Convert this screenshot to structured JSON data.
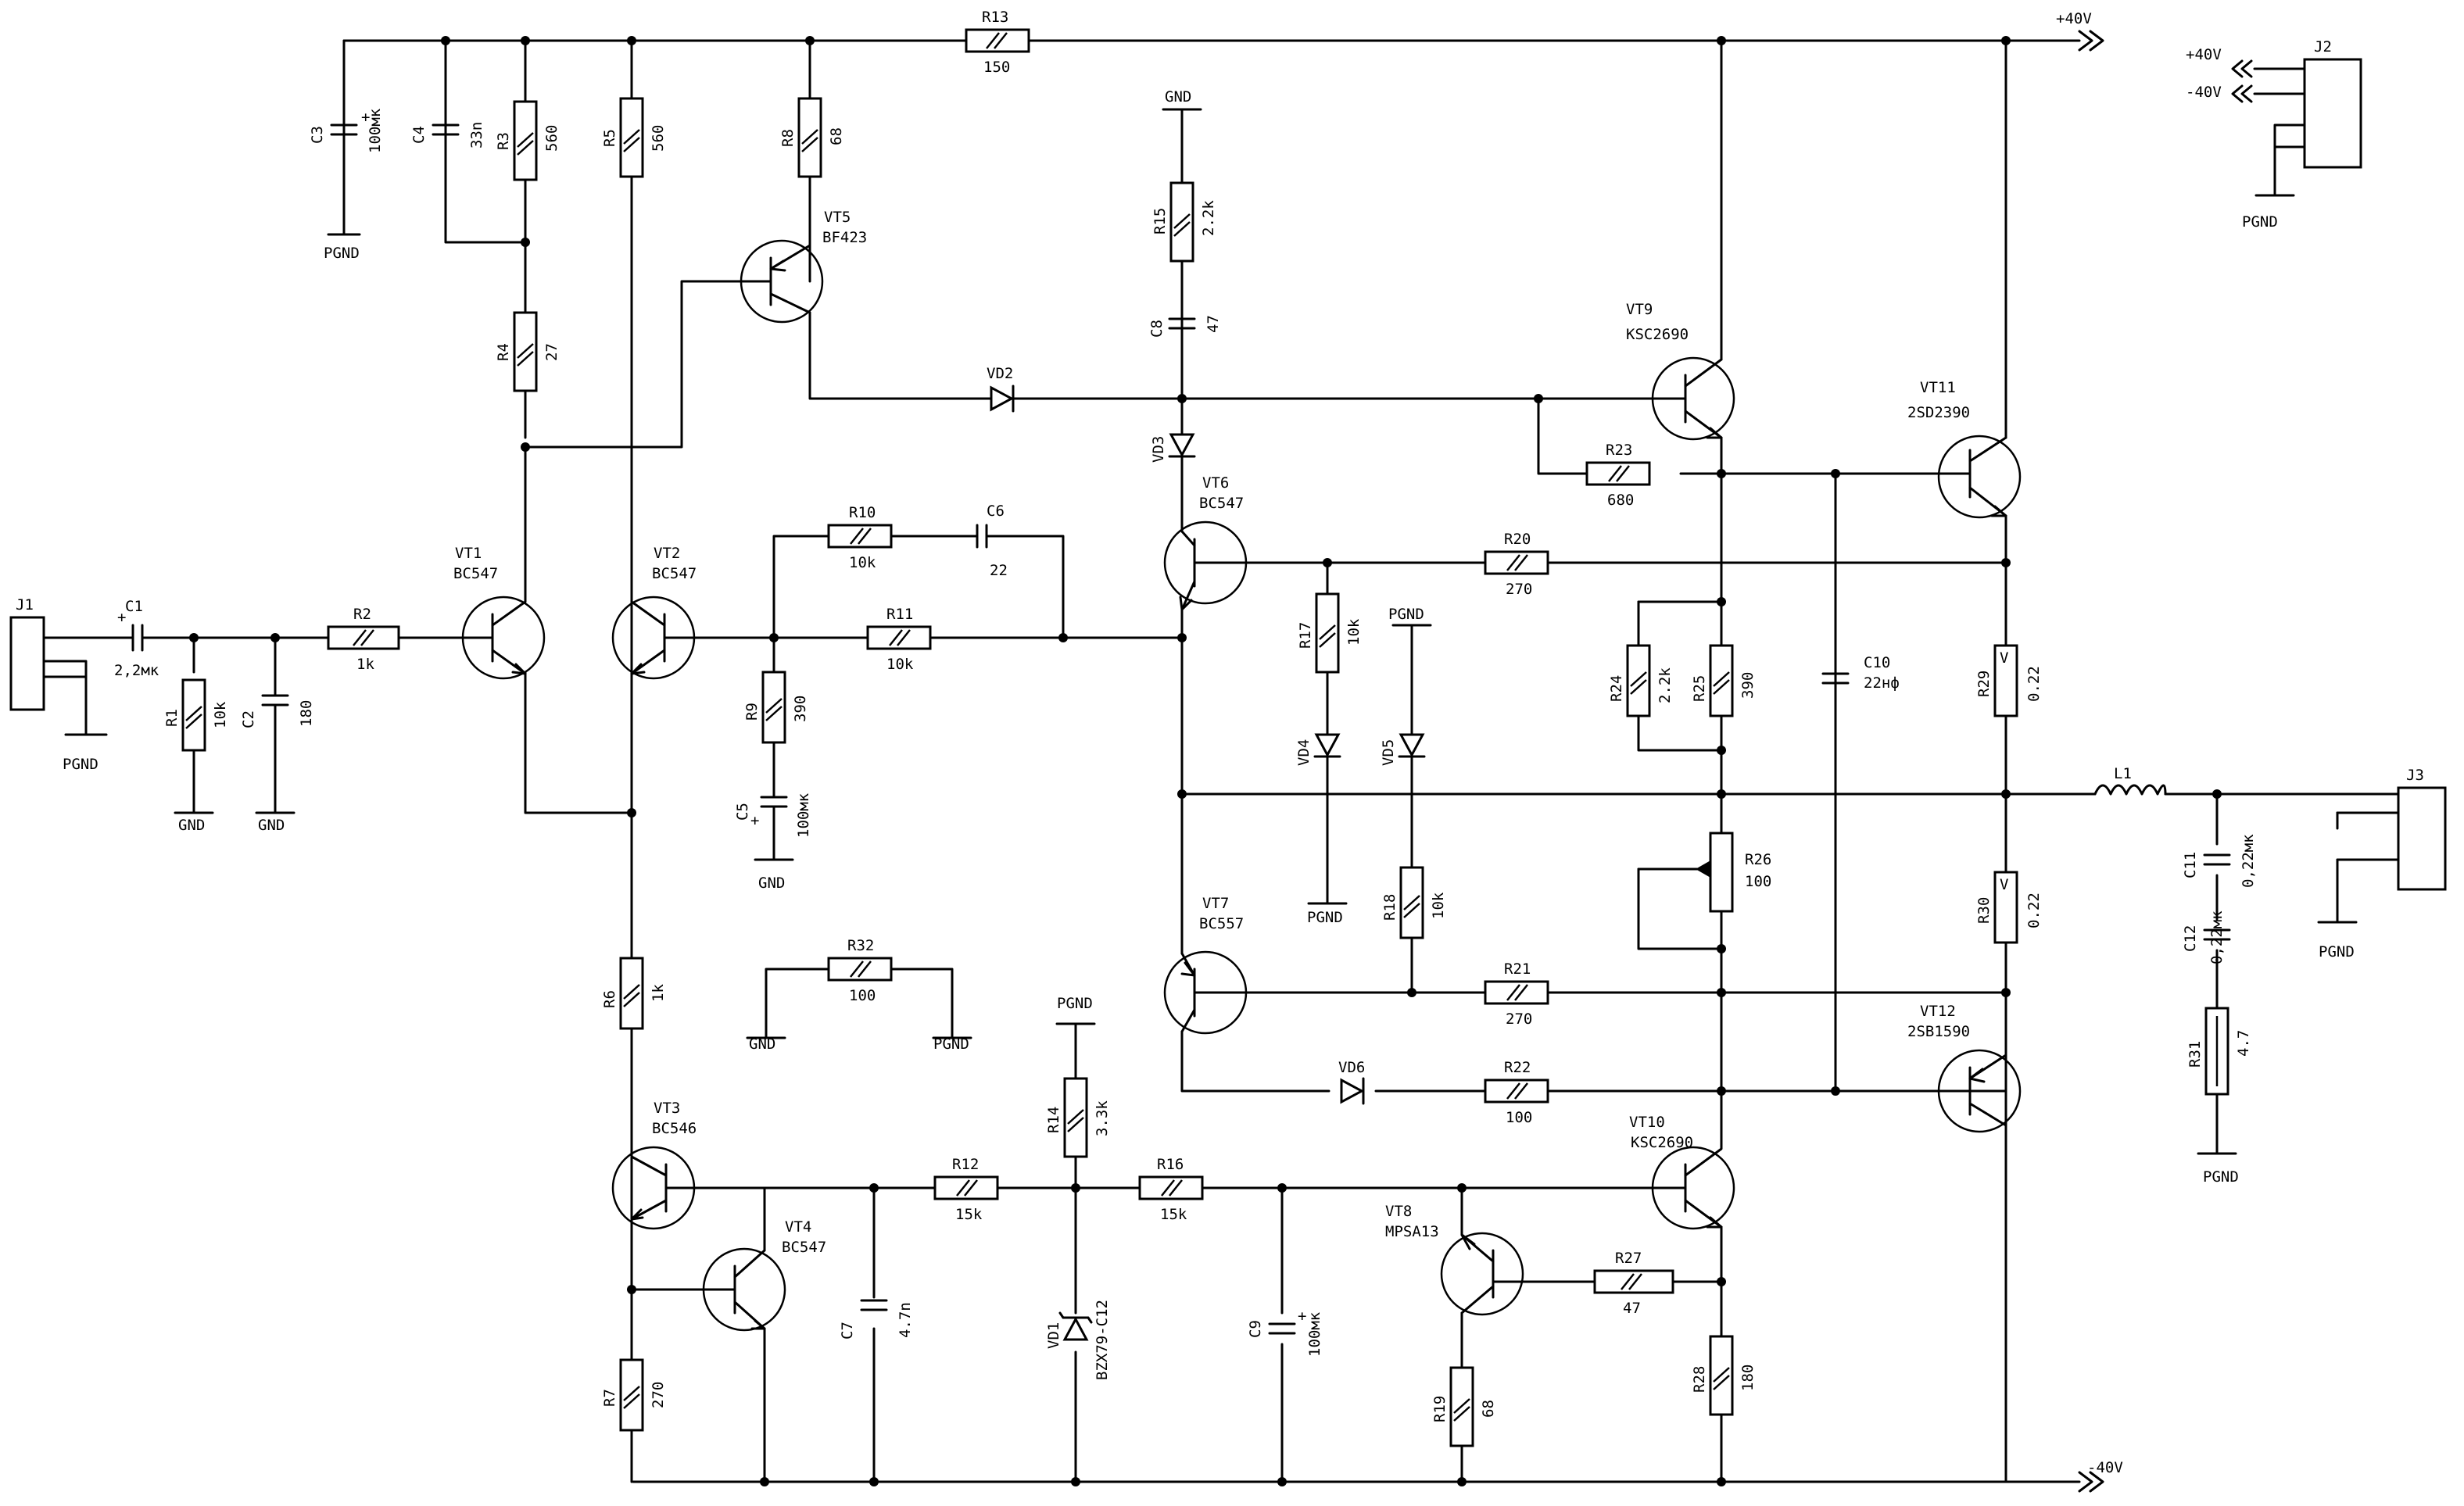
{
  "rails": {
    "pos": "+40V",
    "neg": "-40V"
  },
  "grounds": {
    "gnd": "GND",
    "pgnd": "PGND"
  },
  "connectors": {
    "j1": "J1",
    "j2": "J2",
    "j3": "J3",
    "j2_pos": "+40V",
    "j2_neg": "-40V"
  },
  "transistors": [
    {
      "ref": "VT1",
      "type": "BC547"
    },
    {
      "ref": "VT2",
      "type": "BC547"
    },
    {
      "ref": "VT3",
      "type": "BC546"
    },
    {
      "ref": "VT4",
      "type": "BC547"
    },
    {
      "ref": "VT5",
      "type": "BF423"
    },
    {
      "ref": "VT6",
      "type": "BC547"
    },
    {
      "ref": "VT7",
      "type": "BC557"
    },
    {
      "ref": "VT8",
      "type": "MPSA13"
    },
    {
      "ref": "VT9",
      "type": "KSC2690"
    },
    {
      "ref": "VT10",
      "type": "KSC2690"
    },
    {
      "ref": "VT11",
      "type": "2SD2390"
    },
    {
      "ref": "VT12",
      "type": "2SB1590"
    }
  ],
  "resistors": [
    {
      "ref": "R1",
      "value": "10k"
    },
    {
      "ref": "R2",
      "value": "1k"
    },
    {
      "ref": "R3",
      "value": "560"
    },
    {
      "ref": "R4",
      "value": "27"
    },
    {
      "ref": "R5",
      "value": "560"
    },
    {
      "ref": "R6",
      "value": "1k"
    },
    {
      "ref": "R7",
      "value": "270"
    },
    {
      "ref": "R8",
      "value": "68"
    },
    {
      "ref": "R9",
      "value": "390"
    },
    {
      "ref": "R10",
      "value": "10k"
    },
    {
      "ref": "R11",
      "value": "10k"
    },
    {
      "ref": "R12",
      "value": "15k"
    },
    {
      "ref": "R13",
      "value": "150"
    },
    {
      "ref": "R14",
      "value": "3.3k"
    },
    {
      "ref": "R15",
      "value": "2.2k"
    },
    {
      "ref": "R16",
      "value": "15k"
    },
    {
      "ref": "R17",
      "value": "10k"
    },
    {
      "ref": "R18",
      "value": "10k"
    },
    {
      "ref": "R19",
      "value": "68"
    },
    {
      "ref": "R20",
      "value": "270"
    },
    {
      "ref": "R21",
      "value": "270"
    },
    {
      "ref": "R22",
      "value": "100"
    },
    {
      "ref": "R23",
      "value": "680"
    },
    {
      "ref": "R24",
      "value": "2.2k"
    },
    {
      "ref": "R25",
      "value": "390"
    },
    {
      "ref": "R26",
      "value": "100"
    },
    {
      "ref": "R27",
      "value": "47"
    },
    {
      "ref": "R28",
      "value": "180"
    },
    {
      "ref": "R29",
      "value": "0.22"
    },
    {
      "ref": "R30",
      "value": "0.22"
    },
    {
      "ref": "R31",
      "value": "4.7"
    },
    {
      "ref": "R32",
      "value": "100"
    }
  ],
  "capacitors": [
    {
      "ref": "C1",
      "value": "2,2мк"
    },
    {
      "ref": "C2",
      "value": "180"
    },
    {
      "ref": "C3",
      "value": "100мк"
    },
    {
      "ref": "C4",
      "value": "33n"
    },
    {
      "ref": "C5",
      "value": "100мк"
    },
    {
      "ref": "C6",
      "value": "22"
    },
    {
      "ref": "C7",
      "value": "4.7n"
    },
    {
      "ref": "C8",
      "value": "47"
    },
    {
      "ref": "C9",
      "value": "100мк"
    },
    {
      "ref": "C10",
      "value": "22нф"
    },
    {
      "ref": "C11",
      "value": "0,22мк"
    },
    {
      "ref": "C12",
      "value": "0,22мк"
    }
  ],
  "diodes": [
    {
      "ref": "VD1",
      "type": "BZX79-C12"
    },
    {
      "ref": "VD2",
      "type": ""
    },
    {
      "ref": "VD3",
      "type": ""
    },
    {
      "ref": "VD4",
      "type": ""
    },
    {
      "ref": "VD5",
      "type": ""
    },
    {
      "ref": "VD6",
      "type": ""
    }
  ],
  "inductors": [
    {
      "ref": "L1"
    }
  ],
  "plus_sign": "+",
  "pot_symbol": "V"
}
